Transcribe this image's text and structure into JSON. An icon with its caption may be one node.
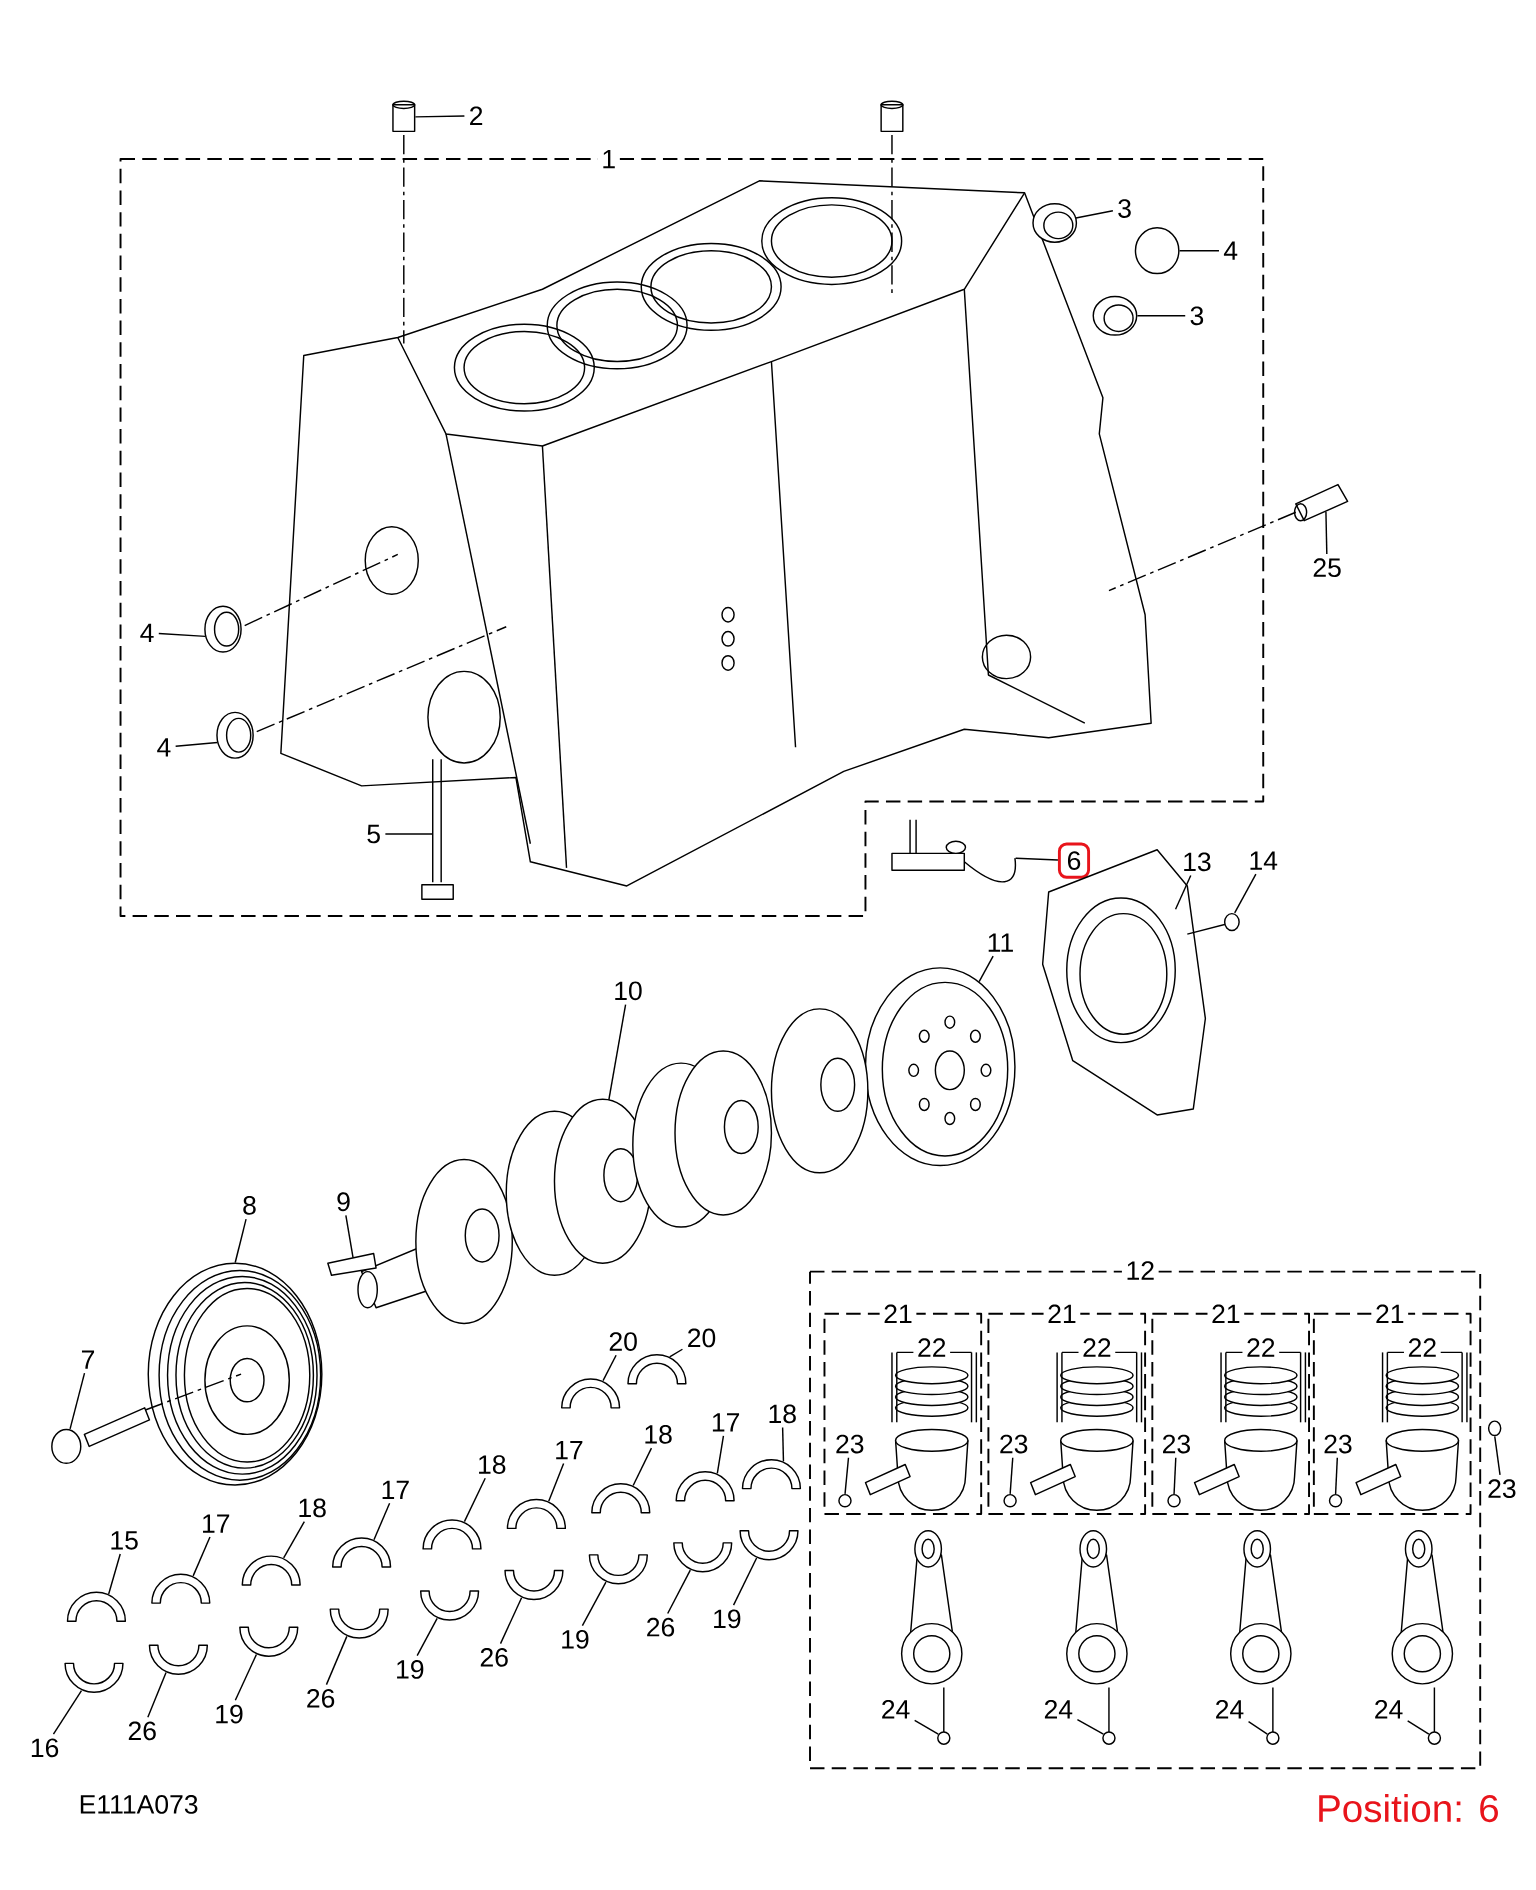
{
  "diagram": {
    "nodes": [
      {
        "text": [
          "2"
        ]
      },
      {
        "text": [
          "1"
        ]
      },
      {
        "text": [
          "3"
        ],
        "in": 1
      },
      {
        "text": [
          "4"
        ],
        "in": 1
      },
      {
        "text": [
          "3"
        ],
        "in": 1
      },
      {
        "text": [
          "4"
        ],
        "in": 1
      },
      {
        "text": [
          "4"
        ],
        "in": 1
      },
      {
        "text": [
          "5"
        ],
        "in": 1
      },
      {
        "text": [
          "25"
        ]
      },
      {
        "text": [
          "6"
        ]
      },
      {
        "text": [
          "13"
        ]
      },
      {
        "text": [
          "14"
        ]
      },
      {
        "text": [
          "11"
        ]
      },
      {
        "text": [
          "10"
        ]
      },
      {
        "text": [
          "8"
        ]
      },
      {
        "text": [
          "9"
        ]
      },
      {
        "text": [
          "7"
        ]
      },
      {
        "text": [
          "20"
        ]
      },
      {
        "text": [
          "20"
        ]
      },
      {
        "text": [
          "12"
        ]
      },
      {
        "text": [
          "21"
        ],
        "in": 19
      },
      {
        "text": [
          "22"
        ],
        "in": 20
      },
      {
        "text": [
          "23"
        ],
        "in": 20
      },
      {
        "text": [
          "21"
        ],
        "in": 19
      },
      {
        "text": [
          "22"
        ],
        "in": 23
      },
      {
        "text": [
          "23"
        ],
        "in": 23
      },
      {
        "text": [
          "21"
        ],
        "in": 19
      },
      {
        "text": [
          "22"
        ],
        "in": 26
      },
      {
        "text": [
          "23"
        ],
        "in": 26
      },
      {
        "text": [
          "21"
        ],
        "in": 19
      },
      {
        "text": [
          "22"
        ],
        "in": 29
      },
      {
        "text": [
          "23"
        ],
        "in": 29
      },
      {
        "text": [
          "23"
        ]
      },
      {
        "text": [
          "24"
        ],
        "in": 19
      },
      {
        "text": [
          "24"
        ],
        "in": 19
      },
      {
        "text": [
          "24"
        ],
        "in": 19
      },
      {
        "text": [
          "24"
        ],
        "in": 19
      },
      {
        "text": [
          "15"
        ]
      },
      {
        "text": [
          "17"
        ]
      },
      {
        "text": [
          "18"
        ]
      },
      {
        "text": [
          "17"
        ]
      },
      {
        "text": [
          "18"
        ]
      },
      {
        "text": [
          "17"
        ]
      },
      {
        "text": [
          "18"
        ]
      },
      {
        "text": [
          "17"
        ]
      },
      {
        "text": [
          "18"
        ]
      },
      {
        "text": [
          "16"
        ]
      },
      {
        "text": [
          "26"
        ]
      },
      {
        "text": [
          "19"
        ]
      },
      {
        "text": [
          "26"
        ]
      },
      {
        "text": [
          "19"
        ]
      },
      {
        "text": [
          "26"
        ]
      },
      {
        "text": [
          "19"
        ]
      },
      {
        "text": [
          "26"
        ]
      },
      {
        "text": [
          "19"
        ]
      },
      {
        "text": [],
        "shape": "picture"
      },
      {
        "text": [],
        "shape": "picture",
        "in": 1
      },
      {
        "text": [],
        "shape": "circle",
        "in": 1
      },
      {
        "text": [],
        "shape": "picture",
        "in": 1
      },
      {
        "text": [],
        "shape": "picture",
        "in": 1
      },
      {
        "text": [],
        "shape": "picture",
        "in": 1
      },
      {
        "text": [],
        "shape": "picture",
        "in": 1
      },
      {
        "text": [],
        "shape": "picture"
      },
      {
        "text": [],
        "shape": "picture"
      },
      {
        "text": [],
        "shape": "picture"
      },
      {
        "text": [],
        "shape": "picture"
      },
      {
        "text": [],
        "shape": "picture"
      },
      {
        "text": [],
        "shape": "picture"
      },
      {
        "text": [],
        "shape": "picture"
      },
      {
        "text": [],
        "shape": "picture"
      },
      {
        "text": [],
        "shape": "picture"
      },
      {
        "text": [],
        "shape": "picture"
      },
      {
        "text": [],
        "shape": "picture"
      },
      {
        "text": [],
        "shape": "picture",
        "in": 20
      },
      {
        "text": [],
        "shape": "picture",
        "in": 23
      },
      {
        "text": [],
        "shape": "picture",
        "in": 26
      },
      {
        "text": [],
        "shape": "picture",
        "in": 29
      },
      {
        "text": [],
        "shape": "picture"
      },
      {
        "text": [],
        "shape": "picture",
        "in": 19
      },
      {
        "text": [],
        "shape": "picture",
        "in": 19
      },
      {
        "text": [],
        "shape": "picture",
        "in": 19
      },
      {
        "text": [],
        "shape": "picture",
        "in": 19
      },
      {
        "text": [],
        "shape": "picture"
      },
      {
        "text": [],
        "shape": "picture"
      },
      {
        "text": [],
        "shape": "picture"
      },
      {
        "text": [],
        "shape": "picture"
      },
      {
        "text": [],
        "shape": "picture"
      },
      {
        "text": [],
        "shape": "picture"
      },
      {
        "text": [],
        "shape": "picture"
      },
      {
        "text": [],
        "shape": "picture"
      },
      {
        "text": [],
        "shape": "picture"
      },
      {
        "text": [],
        "shape": "picture"
      },
      {
        "text": [],
        "shape": "picture"
      },
      {
        "text": [],
        "shape": "picture"
      },
      {
        "text": [],
        "shape": "picture"
      },
      {
        "text": [],
        "shape": "picture"
      },
      {
        "text": [],
        "shape": "picture"
      },
      {
        "text": [],
        "shape": "picture"
      },
      {
        "text": [],
        "shape": "picture"
      },
      {
        "text": [],
        "shape": "picture"
      }
    ],
    "edges": [
      {
        "from": 0,
        "to": 55,
        "arrow": "none"
      },
      {
        "from": 2,
        "to": 56,
        "arrow": "none"
      },
      {
        "from": 3,
        "to": 57,
        "arrow": "none"
      },
      {
        "from": 4,
        "to": 58,
        "arrow": "none"
      },
      {
        "from": 5,
        "to": 59,
        "arrow": "none"
      },
      {
        "from": 6,
        "to": 60,
        "arrow": "none"
      },
      {
        "from": 7,
        "to": 61,
        "arrow": "none"
      },
      {
        "from": 8,
        "to": 62,
        "arrow": "none"
      },
      {
        "from": 9,
        "to": 63,
        "arrow": "none"
      },
      {
        "from": 10,
        "to": 64,
        "arrow": "none"
      },
      {
        "from": 11,
        "to": 65,
        "arrow": "none"
      },
      {
        "from": 12,
        "to": 66,
        "arrow": "none"
      },
      {
        "from": 13,
        "to": 67,
        "arrow": "none"
      },
      {
        "from": 14,
        "to": 68,
        "arrow": "none"
      },
      {
        "from": 15,
        "to": 69,
        "arrow": "none"
      },
      {
        "from": 16,
        "to": 70,
        "arrow": "none"
      },
      {
        "from": 17,
        "to": 71,
        "arrow": "none"
      },
      {
        "from": 18,
        "to": 72,
        "arrow": "none"
      },
      {
        "from": 22,
        "to": 73,
        "arrow": "none"
      },
      {
        "from": 25,
        "to": 74,
        "arrow": "none"
      },
      {
        "from": 28,
        "to": 75,
        "arrow": "none"
      },
      {
        "from": 31,
        "to": 76,
        "arrow": "none"
      },
      {
        "from": 32,
        "to": 77,
        "arrow": "none"
      },
      {
        "from": 33,
        "to": 78,
        "arrow": "none"
      },
      {
        "from": 34,
        "to": 79,
        "arrow": "none"
      },
      {
        "from": 35,
        "to": 80,
        "arrow": "none"
      },
      {
        "from": 36,
        "to": 81,
        "arrow": "none"
      },
      {
        "from": 37,
        "to": 82,
        "arrow": "none"
      },
      {
        "from": 38,
        "to": 83,
        "arrow": "none"
      },
      {
        "from": 39,
        "to": 84,
        "arrow": "none"
      },
      {
        "from": 40,
        "to": 85,
        "arrow": "none"
      },
      {
        "from": 41,
        "to": 86,
        "arrow": "none"
      },
      {
        "from": 42,
        "to": 87,
        "arrow": "none"
      },
      {
        "from": 43,
        "to": 88,
        "arrow": "none"
      },
      {
        "from": 44,
        "to": 89,
        "arrow": "none"
      },
      {
        "from": 45,
        "to": 90,
        "arrow": "none"
      },
      {
        "from": 46,
        "to": 91,
        "arrow": "none"
      },
      {
        "from": 47,
        "to": 92,
        "arrow": "none"
      },
      {
        "from": 48,
        "to": 93,
        "arrow": "none"
      },
      {
        "from": 49,
        "to": 94,
        "arrow": "none"
      },
      {
        "from": 50,
        "to": 95,
        "arrow": "none"
      },
      {
        "from": 51,
        "to": 96,
        "arrow": "none"
      },
      {
        "from": 52,
        "to": 97,
        "arrow": "none"
      },
      {
        "from": 53,
        "to": 98,
        "arrow": "none"
      },
      {
        "from": 54,
        "to": 99,
        "arrow": "none"
      }
    ],
    "labels": [
      "E111A073",
      "Position: 6"
    ]
  }
}
